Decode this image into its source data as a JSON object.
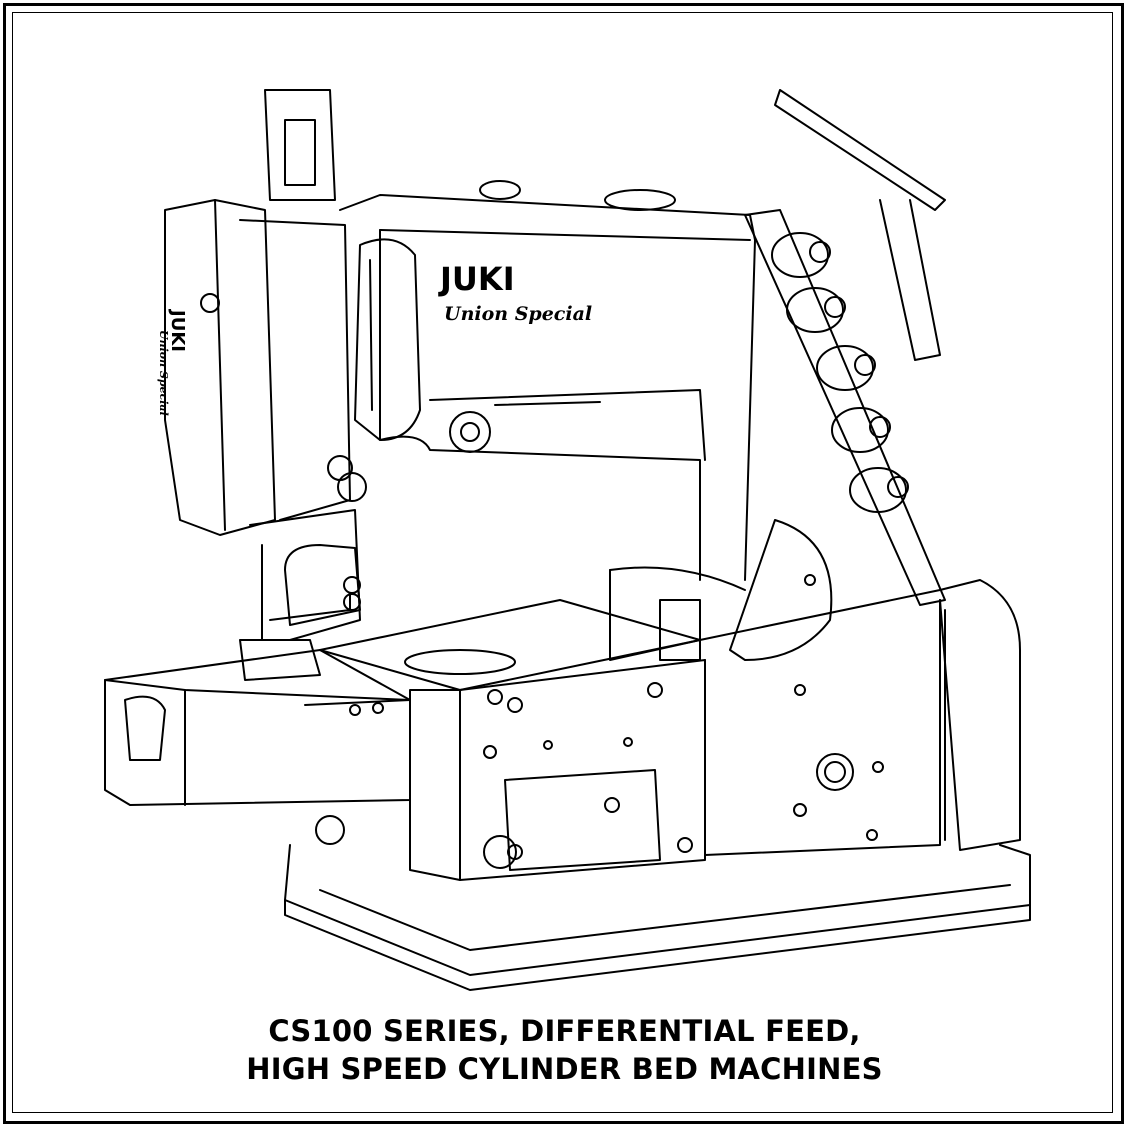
{
  "document": {
    "caption_line1": "CS100 SERIES, DIFFERENTIAL FEED,",
    "caption_line2": "HIGH SPEED CYLINDER BED MACHINES"
  },
  "illustration": {
    "subject": "sewing-machine",
    "brand_logo": "JUKI",
    "brand_script": "Union Special",
    "colors": {
      "ink": "#000000",
      "paper": "#ffffff"
    }
  }
}
